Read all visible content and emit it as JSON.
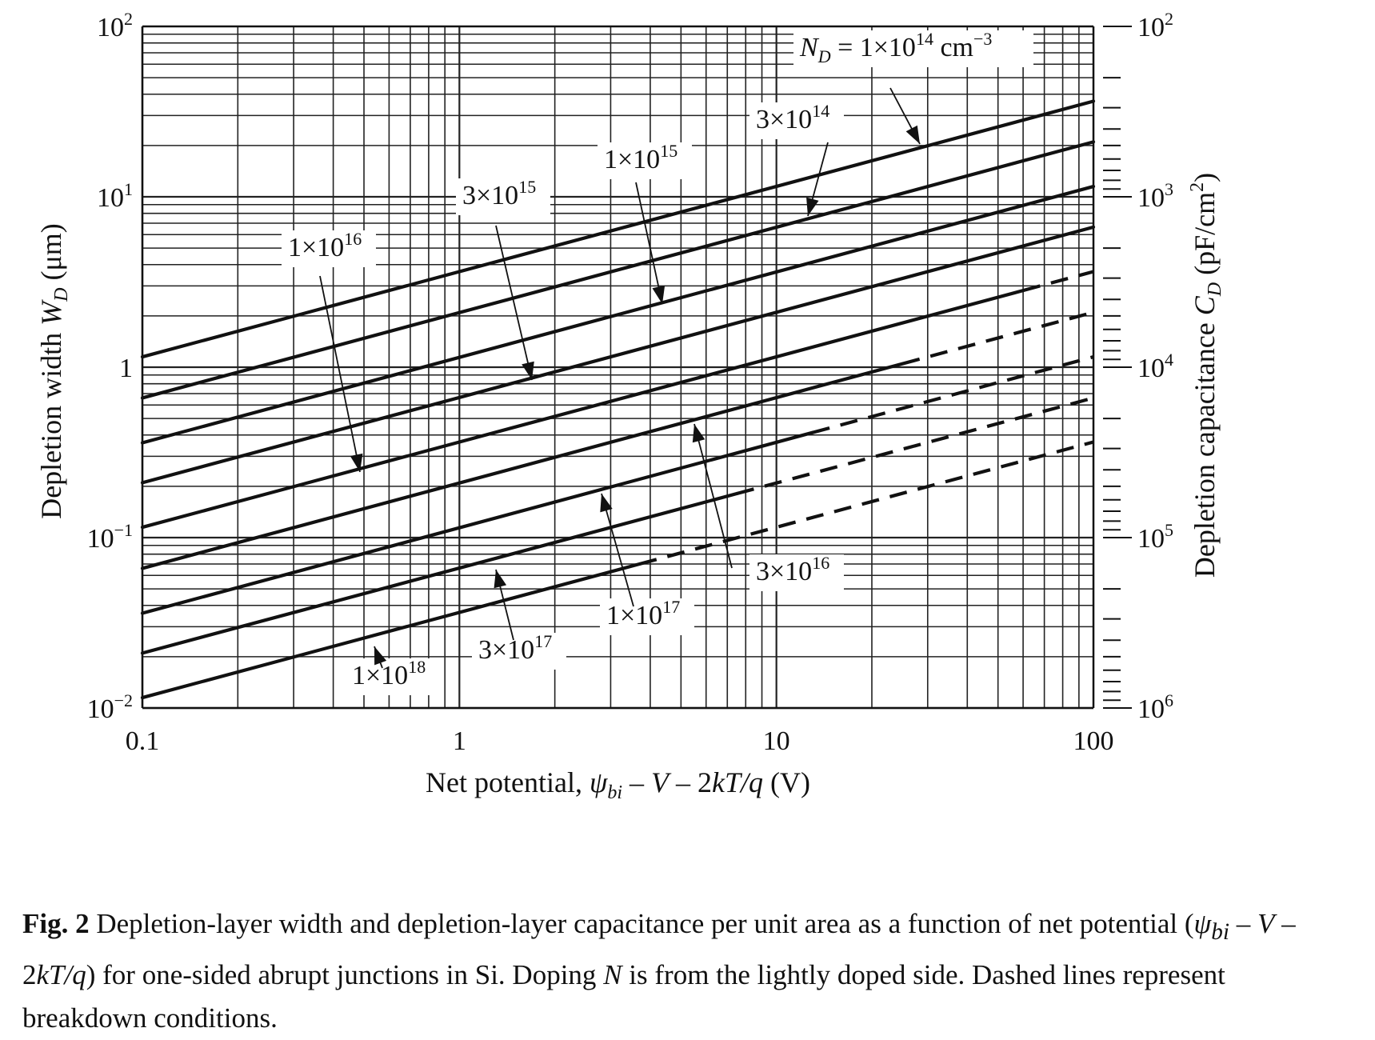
{
  "chart_data": {
    "type": "line",
    "scale": {
      "x": "log",
      "y": "log",
      "y_right": "log"
    },
    "xlim": [
      0.1,
      100
    ],
    "ylim": [
      0.01,
      100
    ],
    "y_right_lim": [
      100,
      1000000
    ],
    "grid": true,
    "xlabel_parts": [
      "Net potential, ",
      "ψ",
      "bi",
      " – ",
      "V",
      " – 2",
      "kT/q",
      " (V)"
    ],
    "ylabel_parts": [
      "Depletion width ",
      "W",
      "D",
      " (μm)"
    ],
    "y_right_label_parts": [
      "Depletion capacitance ",
      "C",
      "D",
      " (pF/cm",
      "2",
      ")"
    ],
    "x_ticks": [
      {
        "value": 0.1,
        "label": "0.1"
      },
      {
        "value": 1,
        "label": "1"
      },
      {
        "value": 10,
        "label": "10"
      },
      {
        "value": 100,
        "label": "100"
      }
    ],
    "y_ticks": [
      {
        "value": 0.01,
        "base": "10",
        "exp": "−2"
      },
      {
        "value": 0.1,
        "base": "10",
        "exp": "−1"
      },
      {
        "value": 1,
        "base": "1",
        "exp": ""
      },
      {
        "value": 10,
        "base": "10",
        "exp": "1"
      },
      {
        "value": 100,
        "base": "10",
        "exp": "2"
      }
    ],
    "y_right_ticks": [
      {
        "value": 100,
        "base": "10",
        "exp": "2"
      },
      {
        "value": 1000,
        "base": "10",
        "exp": "3"
      },
      {
        "value": 10000,
        "base": "10",
        "exp": "4"
      },
      {
        "value": 100000,
        "base": "10",
        "exp": "5"
      },
      {
        "value": 1000000,
        "base": "10",
        "exp": "6"
      }
    ],
    "series": [
      {
        "doping": 100000000000000.0,
        "x": [
          0.1,
          100
        ],
        "y": [
          1.15,
          36.4
        ],
        "breakdown_from": null
      },
      {
        "doping": 300000000000000.0,
        "x": [
          0.1,
          100
        ],
        "y": [
          0.66,
          21.0
        ],
        "breakdown_from": null
      },
      {
        "doping": 1000000000000000.0,
        "x": [
          0.1,
          100
        ],
        "y": [
          0.36,
          11.5
        ],
        "breakdown_from": null
      },
      {
        "doping": 3000000000000000.0,
        "x": [
          0.1,
          100
        ],
        "y": [
          0.21,
          6.64
        ],
        "breakdown_from": null
      },
      {
        "doping": 1e+16,
        "x": [
          0.1,
          100
        ],
        "y": [
          0.115,
          3.64
        ],
        "breakdown_from": 60
      },
      {
        "doping": 3e+16,
        "x": [
          0.1,
          100
        ],
        "y": [
          0.066,
          2.1
        ],
        "breakdown_from": 25
      },
      {
        "doping": 1e+17,
        "x": [
          0.1,
          100
        ],
        "y": [
          0.036,
          1.15
        ],
        "breakdown_from": 13
      },
      {
        "doping": 3e+17,
        "x": [
          0.1,
          100
        ],
        "y": [
          0.021,
          0.66
        ],
        "breakdown_from": 7.5
      },
      {
        "doping": 1e+18,
        "x": [
          0.1,
          100
        ],
        "y": [
          0.0115,
          0.364
        ],
        "breakdown_from": 3.7
      }
    ],
    "annotations": [
      {
        "mantissa": "N",
        "sub": "D",
        "pre": " = 1×10",
        "exp": "14",
        "unit": " cm",
        "unit_exp": "−3",
        "at": [
          1000,
          70
        ],
        "arrow": [
          [
            1113,
            110
          ],
          [
            1150,
            180
          ]
        ]
      },
      {
        "mantissa": "",
        "sub": "",
        "pre": "3×10",
        "exp": "14",
        "unit": "",
        "unit_exp": "",
        "at": [
          945,
          160
        ],
        "arrow": [
          [
            1035,
            178
          ],
          [
            1010,
            270
          ]
        ]
      },
      {
        "mantissa": "",
        "sub": "",
        "pre": "1×10",
        "exp": "15",
        "unit": "",
        "unit_exp": "",
        "at": [
          755,
          210
        ],
        "arrow": [
          [
            795,
            228
          ],
          [
            828,
            380
          ]
        ]
      },
      {
        "mantissa": "",
        "sub": "",
        "pre": "3×10",
        "exp": "15",
        "unit": "",
        "unit_exp": "",
        "at": [
          578,
          255
        ],
        "arrow": [
          [
            620,
            282
          ],
          [
            665,
            475
          ]
        ]
      },
      {
        "mantissa": "",
        "sub": "",
        "pre": "1×10",
        "exp": "16",
        "unit": "",
        "unit_exp": "",
        "at": [
          360,
          320
        ],
        "arrow": [
          [
            400,
            345
          ],
          [
            450,
            590
          ]
        ]
      },
      {
        "mantissa": "",
        "sub": "",
        "pre": "3×10",
        "exp": "16",
        "unit": "",
        "unit_exp": "",
        "at": [
          945,
          725
        ],
        "arrow": [
          [
            915,
            710
          ],
          [
            868,
            530
          ]
        ]
      },
      {
        "mantissa": "",
        "sub": "",
        "pre": "1×10",
        "exp": "17",
        "unit": "",
        "unit_exp": "",
        "at": [
          758,
          780
        ],
        "arrow": [
          [
            792,
            758
          ],
          [
            752,
            617
          ]
        ]
      },
      {
        "mantissa": "",
        "sub": "",
        "pre": "3×10",
        "exp": "17",
        "unit": "",
        "unit_exp": "",
        "at": [
          598,
          823
        ],
        "arrow": [
          [
            642,
            800
          ],
          [
            620,
            712
          ]
        ]
      },
      {
        "mantissa": "",
        "sub": "",
        "pre": "1×10",
        "exp": "18",
        "unit": "",
        "unit_exp": "",
        "at": [
          440,
          855
        ],
        "arrow": [
          [
            478,
            835
          ],
          [
            468,
            808
          ]
        ]
      }
    ],
    "colors": {
      "ink": "#111111",
      "grid": "#222222",
      "background": "#ffffff"
    }
  },
  "caption": {
    "label": "Fig. 2",
    "text_1": "  Depletion-layer width and depletion-layer capacitance per unit area as a function of net potential (",
    "psi": "ψ",
    "psi_sub": "bi",
    "text_2": " – ",
    "v": "V",
    "text_3": " – 2",
    "ktq": "kT/q",
    "text_4": ") for one-sided abrupt junctions in Si. Doping ",
    "n": "N",
    "text_5": " is from the lightly doped side. Dashed lines represent breakdown conditions."
  }
}
